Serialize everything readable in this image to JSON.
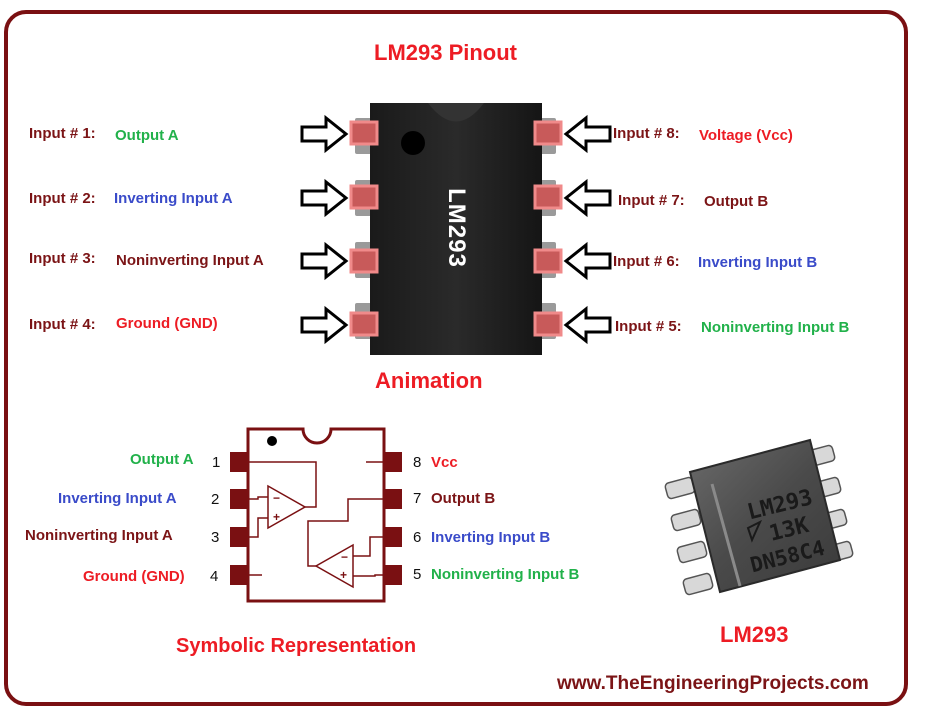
{
  "title": "LM293 Pinout",
  "animation_caption": "Animation",
  "chip_marking": "LM293",
  "left_pins": [
    {
      "prefix": "Input # 1:",
      "name": "Output A"
    },
    {
      "prefix": "Input # 2:",
      "name": "Inverting Input A"
    },
    {
      "prefix": "Input # 3:",
      "name": "Noninverting Input A"
    },
    {
      "prefix": "Input # 4:",
      "name": "Ground (GND)"
    }
  ],
  "right_pins": [
    {
      "prefix": "Input # 8:",
      "name": "Voltage (Vcc)"
    },
    {
      "prefix": "Input # 7:",
      "name": "Output B"
    },
    {
      "prefix": "Input # 6:",
      "name": "Inverting Input B"
    },
    {
      "prefix": "Input # 5:",
      "name": "Noninverting Input B"
    }
  ],
  "symbolic": {
    "caption": "Symbolic Representation",
    "left": [
      {
        "name": "Output A",
        "number": "1"
      },
      {
        "name": "Inverting Input A",
        "number": "2"
      },
      {
        "name": "Noninverting Input A",
        "number": "3"
      },
      {
        "name": "Ground (GND)",
        "number": "4"
      }
    ],
    "right": [
      {
        "number": "8",
        "name": "Vcc"
      },
      {
        "number": "7",
        "name": "Output B"
      },
      {
        "number": "6",
        "name": "Inverting Input B"
      },
      {
        "number": "5",
        "name": "Noninverting Input B"
      }
    ],
    "opamp_minus": "−",
    "opamp_plus": "+"
  },
  "photo": {
    "marking_line1": "LM293",
    "marking_line2": "13K",
    "marking_line3": "DN58C4",
    "caption": "LM293"
  },
  "footer": "www.TheEngineeringProjects.com",
  "colors": {
    "frame": "#7a1012",
    "title_red": "#ed1c24",
    "maroon": "#7b1416",
    "green": "#21b14a",
    "blue": "#3a4bc9",
    "pin_pad": "#e05a5a"
  }
}
